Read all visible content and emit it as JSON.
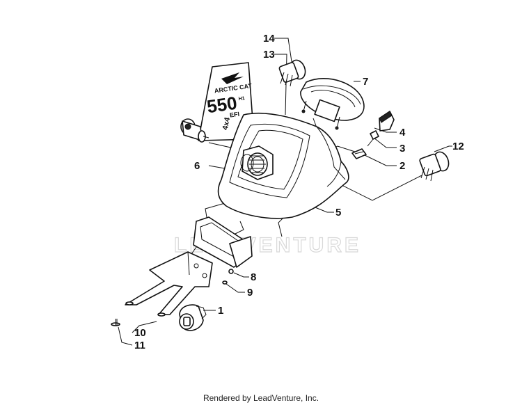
{
  "watermark": "LEADVENTURE",
  "credit": "Rendered by LeadVenture, Inc.",
  "decal": {
    "brand": "ARCTIC CAT",
    "model": "550",
    "suffix1": "H1",
    "suffix2": "EFI",
    "drive": "4x4"
  },
  "callouts": [
    "14",
    "13",
    "7",
    "4",
    "3",
    "12",
    "2",
    "6",
    "5",
    "8",
    "9",
    "1",
    "10",
    "11"
  ]
}
